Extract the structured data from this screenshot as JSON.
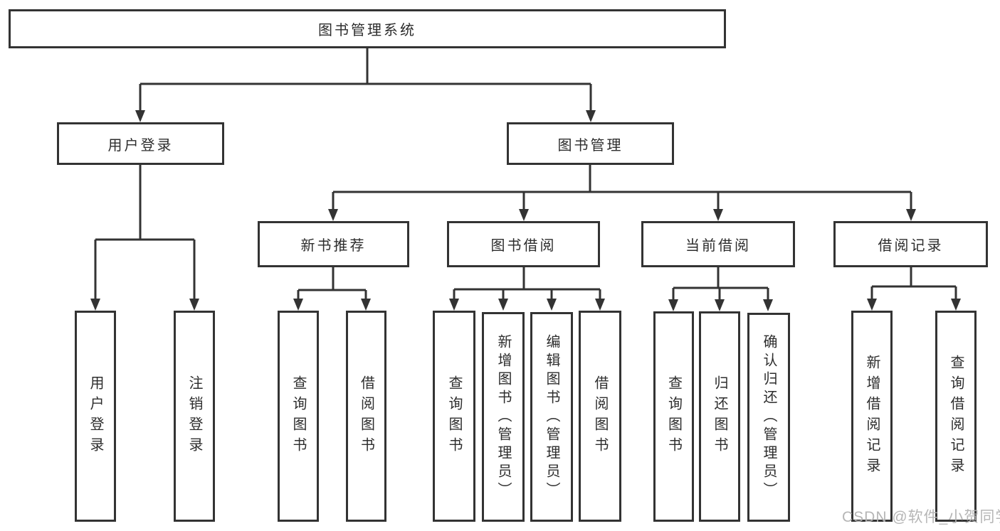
{
  "colors": {
    "background": "#ffffff",
    "line": "#333333",
    "box_border": "#333333",
    "text": "#2d2d2d",
    "watermark": "#b2b2b2"
  },
  "watermark": {
    "text": "CSDN @软件_小贺同学"
  },
  "tree": {
    "root": {
      "label": "图书管理系统"
    },
    "branches": [
      {
        "label": "用户登录",
        "children": [
          {
            "label": "用户登录"
          },
          {
            "label": "注销登录"
          }
        ]
      },
      {
        "label": "图书管理",
        "children": [
          {
            "label": "新书推荐",
            "children": [
              {
                "label": "查询图书"
              },
              {
                "label": "借阅图书"
              }
            ]
          },
          {
            "label": "图书借阅",
            "children": [
              {
                "label": "查询图书"
              },
              {
                "label": "新增图书（管理员）"
              },
              {
                "label": "编辑图书（管理员）"
              },
              {
                "label": "借阅图书"
              }
            ]
          },
          {
            "label": "当前借阅",
            "children": [
              {
                "label": "查询图书"
              },
              {
                "label": "归还图书"
              },
              {
                "label": "确认归还（管理员）"
              }
            ]
          },
          {
            "label": "借阅记录",
            "children": [
              {
                "label": "新增借阅记录"
              },
              {
                "label": "查询借阅记录"
              }
            ]
          }
        ]
      }
    ]
  }
}
